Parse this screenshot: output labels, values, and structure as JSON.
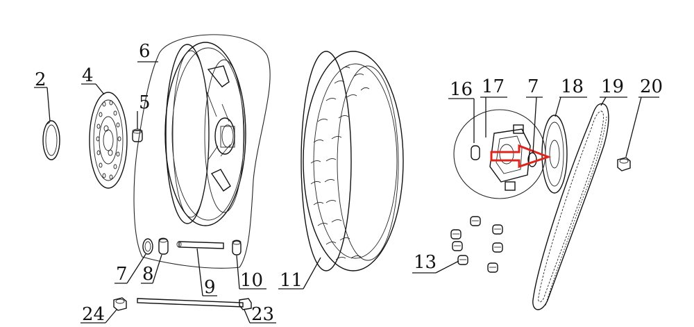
{
  "callouts": {
    "c2": "2",
    "c4": "4",
    "c5": "5",
    "c6": "6",
    "c7a": "7",
    "c8": "8",
    "c9": "9",
    "c10": "10",
    "c11": "11",
    "c13": "13",
    "c16": "16",
    "c17": "17",
    "c7b": "7",
    "c18": "18",
    "c19": "19",
    "c20": "20",
    "c23": "23",
    "c24": "24"
  },
  "colors": {
    "line": "#111111",
    "highlight_arrow": "#e0241b",
    "background": "#ffffff"
  }
}
